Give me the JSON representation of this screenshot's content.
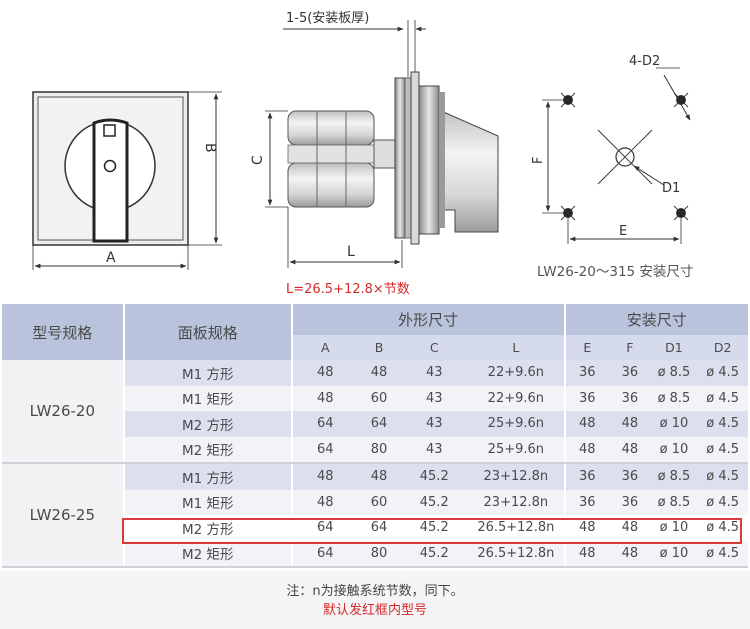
{
  "drawing": {
    "front_view": {
      "label_a": "A",
      "label_b": "B"
    },
    "side_view": {
      "plate_thickness": "1-5(安装板厚)",
      "label_c": "C",
      "label_l": "L",
      "formula": "L=26.5+12.8×节数"
    },
    "mount_view": {
      "holes_label": "4-D2",
      "label_f": "F",
      "label_d1": "D1",
      "label_e": "E",
      "caption": "LW26-20～315 安装尺寸"
    }
  },
  "table": {
    "headers": {
      "model": "型号规格",
      "panel": "面板规格",
      "outer": "外形尺寸",
      "install": "安装尺寸",
      "cols": [
        "A",
        "B",
        "C",
        "L",
        "E",
        "F",
        "D1",
        "D2"
      ]
    },
    "groups": [
      {
        "model": "LW26-20",
        "rows": [
          {
            "panel": "M1 方形",
            "A": "48",
            "B": "48",
            "C": "43",
            "L": "22+9.6n",
            "E": "36",
            "F": "36",
            "D1": "ø 8.5",
            "D2": "ø 4.5"
          },
          {
            "panel": "M1 矩形",
            "A": "48",
            "B": "60",
            "C": "43",
            "L": "22+9.6n",
            "E": "36",
            "F": "36",
            "D1": "ø 8.5",
            "D2": "ø 4.5"
          },
          {
            "panel": "M2 方形",
            "A": "64",
            "B": "64",
            "C": "43",
            "L": "25+9.6n",
            "E": "48",
            "F": "48",
            "D1": "ø 10",
            "D2": "ø 4.5"
          },
          {
            "panel": "M2 矩形",
            "A": "64",
            "B": "80",
            "C": "43",
            "L": "25+9.6n",
            "E": "48",
            "F": "48",
            "D1": "ø 10",
            "D2": "ø 4.5"
          }
        ]
      },
      {
        "model": "LW26-25",
        "rows": [
          {
            "panel": "M1 方形",
            "A": "48",
            "B": "48",
            "C": "45.2",
            "L": "23+12.8n",
            "E": "36",
            "F": "36",
            "D1": "ø 8.5",
            "D2": "ø 4.5"
          },
          {
            "panel": "M1 矩形",
            "A": "48",
            "B": "60",
            "C": "45.2",
            "L": "23+12.8n",
            "E": "36",
            "F": "36",
            "D1": "ø 8.5",
            "D2": "ø 4.5"
          },
          {
            "panel": "M2 方形",
            "A": "64",
            "B": "64",
            "C": "45.2",
            "L": "26.5+12.8n",
            "E": "48",
            "F": "48",
            "D1": "ø 10",
            "D2": "ø 4.5",
            "highlight": true
          },
          {
            "panel": "M2 矩形",
            "A": "64",
            "B": "80",
            "C": "45.2",
            "L": "26.5+12.8n",
            "E": "48",
            "F": "48",
            "D1": "ø 10",
            "D2": "ø 4.5"
          }
        ]
      }
    ]
  },
  "notes": {
    "line1": "注：n为接触系统节数，同下。",
    "line2": "默认发红框内型号"
  },
  "colors": {
    "header": "#b9c3dc",
    "subheader": "#d5dbec",
    "row_shade": "#dcdfee",
    "highlight": "#d73b3b",
    "note_red": "#d52a2a"
  }
}
